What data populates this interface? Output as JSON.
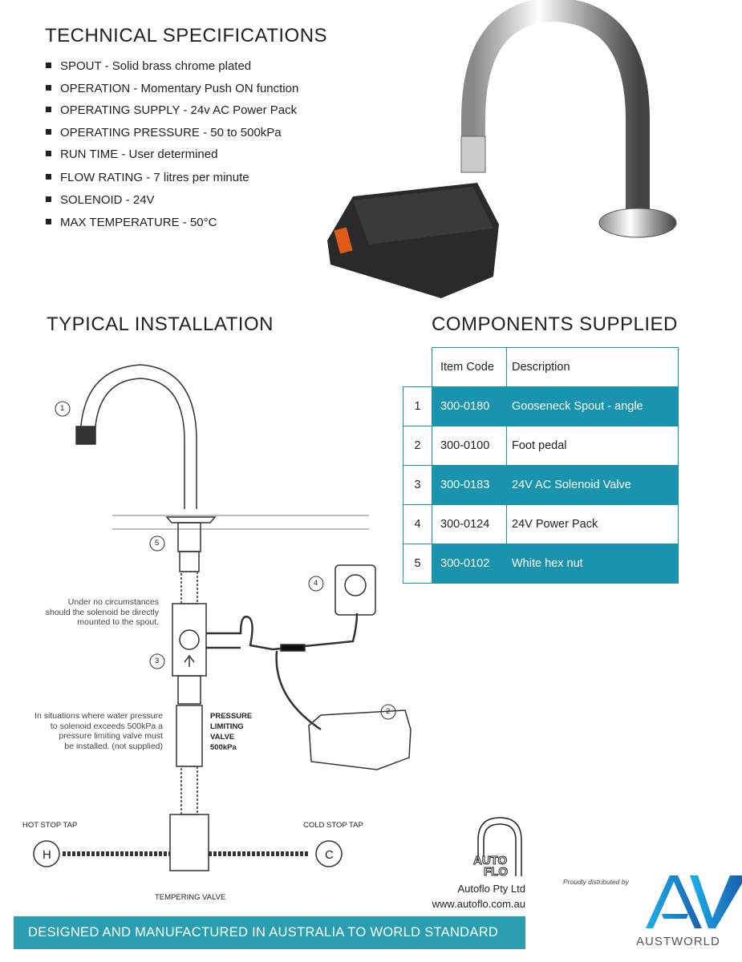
{
  "tech_specs": {
    "title": "TECHNICAL SPECIFICATIONS",
    "items": [
      "SPOUT - Solid brass chrome plated",
      "OPERATION - Momentary Push ON function",
      "OPERATING SUPPLY - 24v AC Power Pack",
      "OPERATING PRESSURE - 50 to 500kPa",
      "RUN TIME - User determined",
      "FLOW RATING - 7 litres per minute",
      "SOLENOID - 24V",
      "MAX TEMPERATURE - 50°C"
    ]
  },
  "installation": {
    "title": "TYPICAL INSTALLATION",
    "callouts": [
      "1",
      "2",
      "3",
      "4",
      "5"
    ],
    "note_solenoid": [
      "Under no circumstances",
      "should the solenoid be directly",
      "mounted to the spout."
    ],
    "note_pressure": [
      "In situations where water pressure",
      "to solenoid exceeds 500kPa a",
      "pressure limiting valve must",
      "be installed. (not supplied)"
    ],
    "plv_label": [
      "PRESSURE",
      "LIMITING",
      "VALVE",
      "500kPa"
    ],
    "hot_label": "HOT STOP TAP",
    "cold_label": "COLD STOP TAP",
    "tempering_label": "TEMPERING VALVE",
    "hot_letter": "H",
    "cold_letter": "C"
  },
  "components": {
    "title": "COMPONENTS SUPPLIED",
    "headers": [
      "Item Code",
      "Description"
    ],
    "rows": [
      {
        "n": "1",
        "code": "300-0180",
        "desc": "Gooseneck Spout - angle"
      },
      {
        "n": "2",
        "code": "300-0100",
        "desc": "Foot pedal"
      },
      {
        "n": "3",
        "code": "300-0183",
        "desc": "24V AC Solenoid Valve"
      },
      {
        "n": "4",
        "code": "300-0124",
        "desc": "24V Power Pack"
      },
      {
        "n": "5",
        "code": "300-0102",
        "desc": "White hex nut"
      }
    ]
  },
  "autoflo": {
    "logo_text": "AUTO FLO",
    "company": "Autoflo Pty Ltd",
    "website": "www.autoflo.com.au"
  },
  "distributor": {
    "prefix": "Proudly distributed by",
    "logo": "AW",
    "name": "AUSTWORLD"
  },
  "footer": {
    "text": "DESIGNED AND MANUFACTURED IN AUSTRALIA TO WORLD STANDARD"
  },
  "colors": {
    "teal": "#1a94ae",
    "footer": "#2a9db0",
    "aw_blue": "#1a8fd8"
  }
}
